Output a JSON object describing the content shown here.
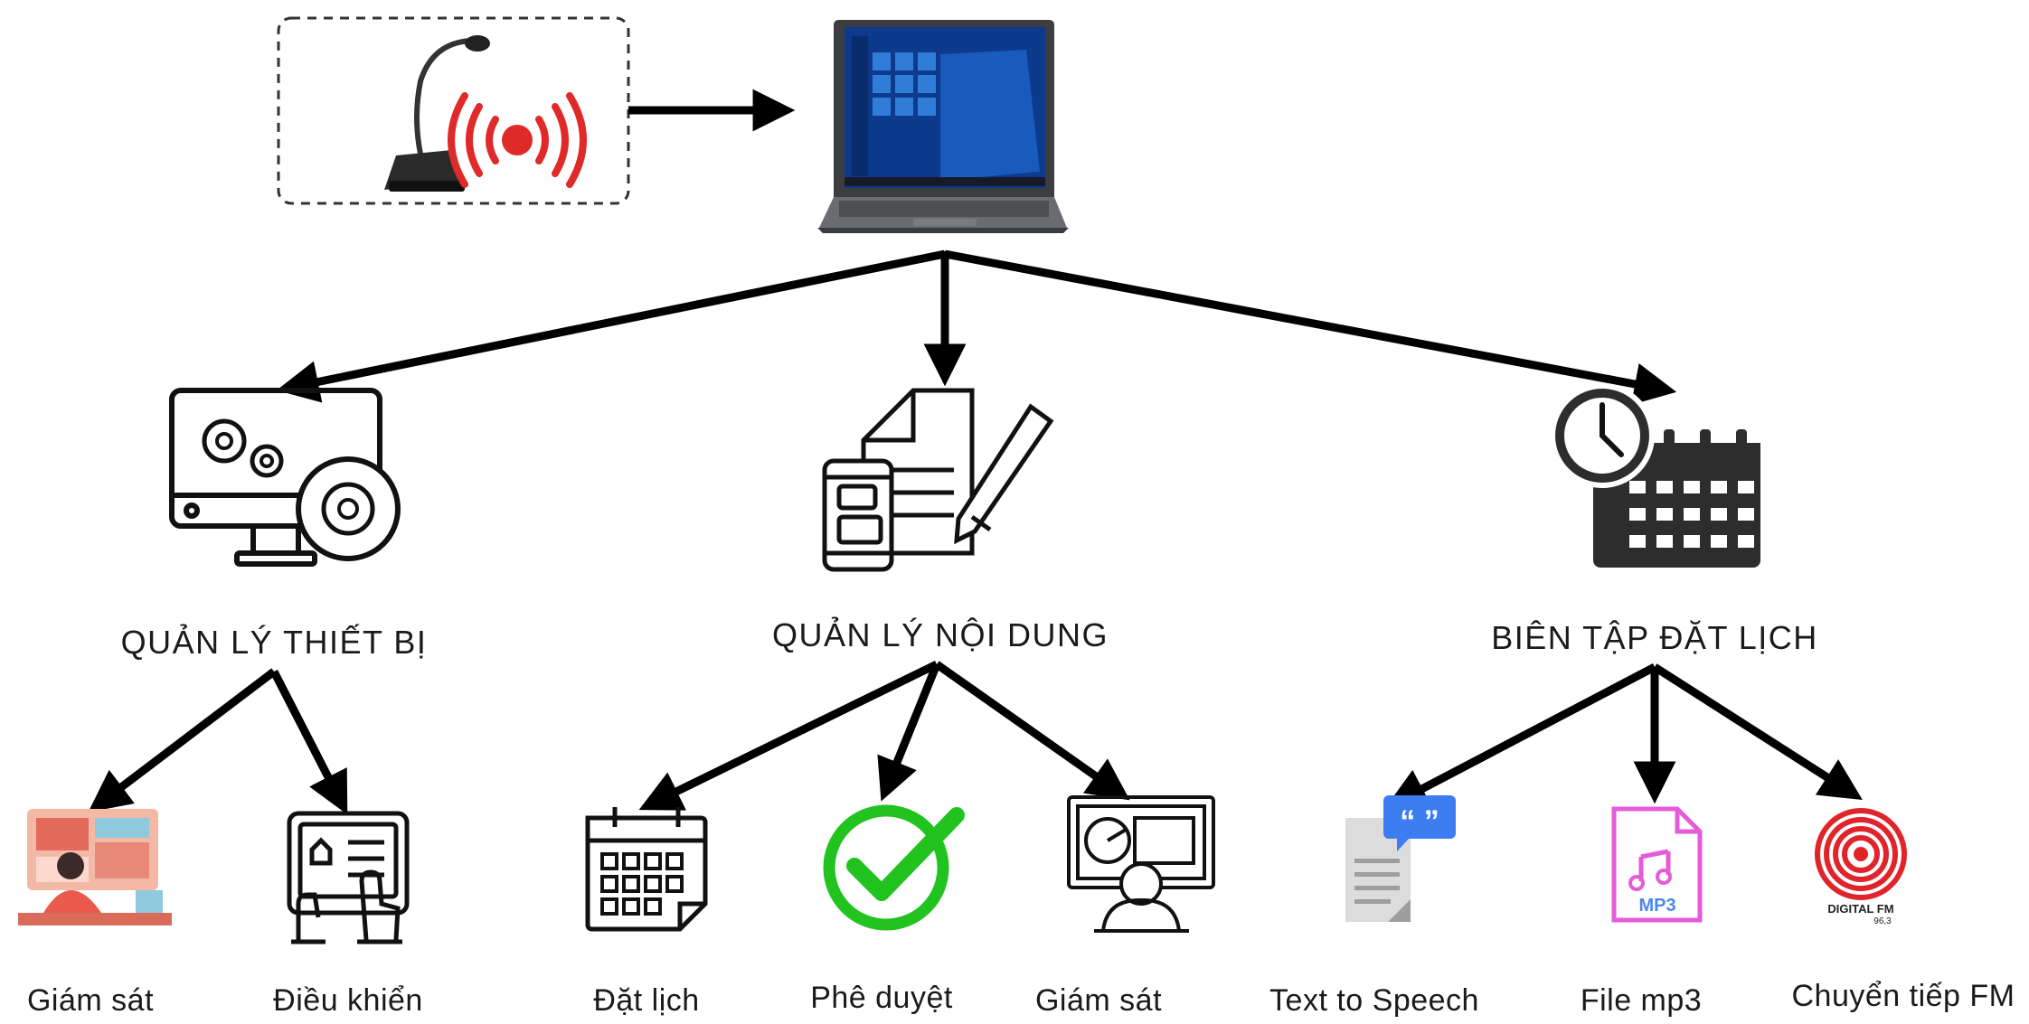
{
  "categories": [
    {
      "label": "QUẢN LÝ THIẾT BỊ"
    },
    {
      "label": "QUẢN LÝ NỘI DUNG"
    },
    {
      "label": "BIÊN TẬP ĐẶT LỊCH"
    }
  ],
  "leaves": [
    {
      "label": "Giám sát"
    },
    {
      "label": "Điều khiển"
    },
    {
      "label": "Đặt lịch"
    },
    {
      "label": "Phê duyệt"
    },
    {
      "label": "Giám sát"
    },
    {
      "label": "Text to Speech"
    },
    {
      "label": "File mp3"
    },
    {
      "label": "Chuyển tiếp FM"
    }
  ],
  "icon_text": {
    "mp3": "MP3",
    "quote": "“ ”",
    "fm_logo": "DIGITAL FM",
    "fm_freq": "96,3"
  },
  "colors": {
    "arrow": "#000000",
    "broadcast_red": "#e02a2a",
    "check_green": "#22c21f",
    "mp3_pink": "#e55bd8",
    "mp3_blue": "#4a86f0",
    "quote_blue": "#3c7df2",
    "fm_red": "#e0242a",
    "laptop_body": "#5a5b5e",
    "screen_blue": "#0d3a8c"
  },
  "icons": [
    "microphone-icon",
    "broadcast-icon",
    "laptop-icon",
    "monitor-gears-icon",
    "document-pen-icon",
    "clock-calendar-icon",
    "person-dashboard-icon",
    "touch-control-icon",
    "calendar-icon",
    "check-circle-icon",
    "presentation-icon",
    "tts-document-icon",
    "mp3-file-icon",
    "fm-radio-logo-icon"
  ]
}
